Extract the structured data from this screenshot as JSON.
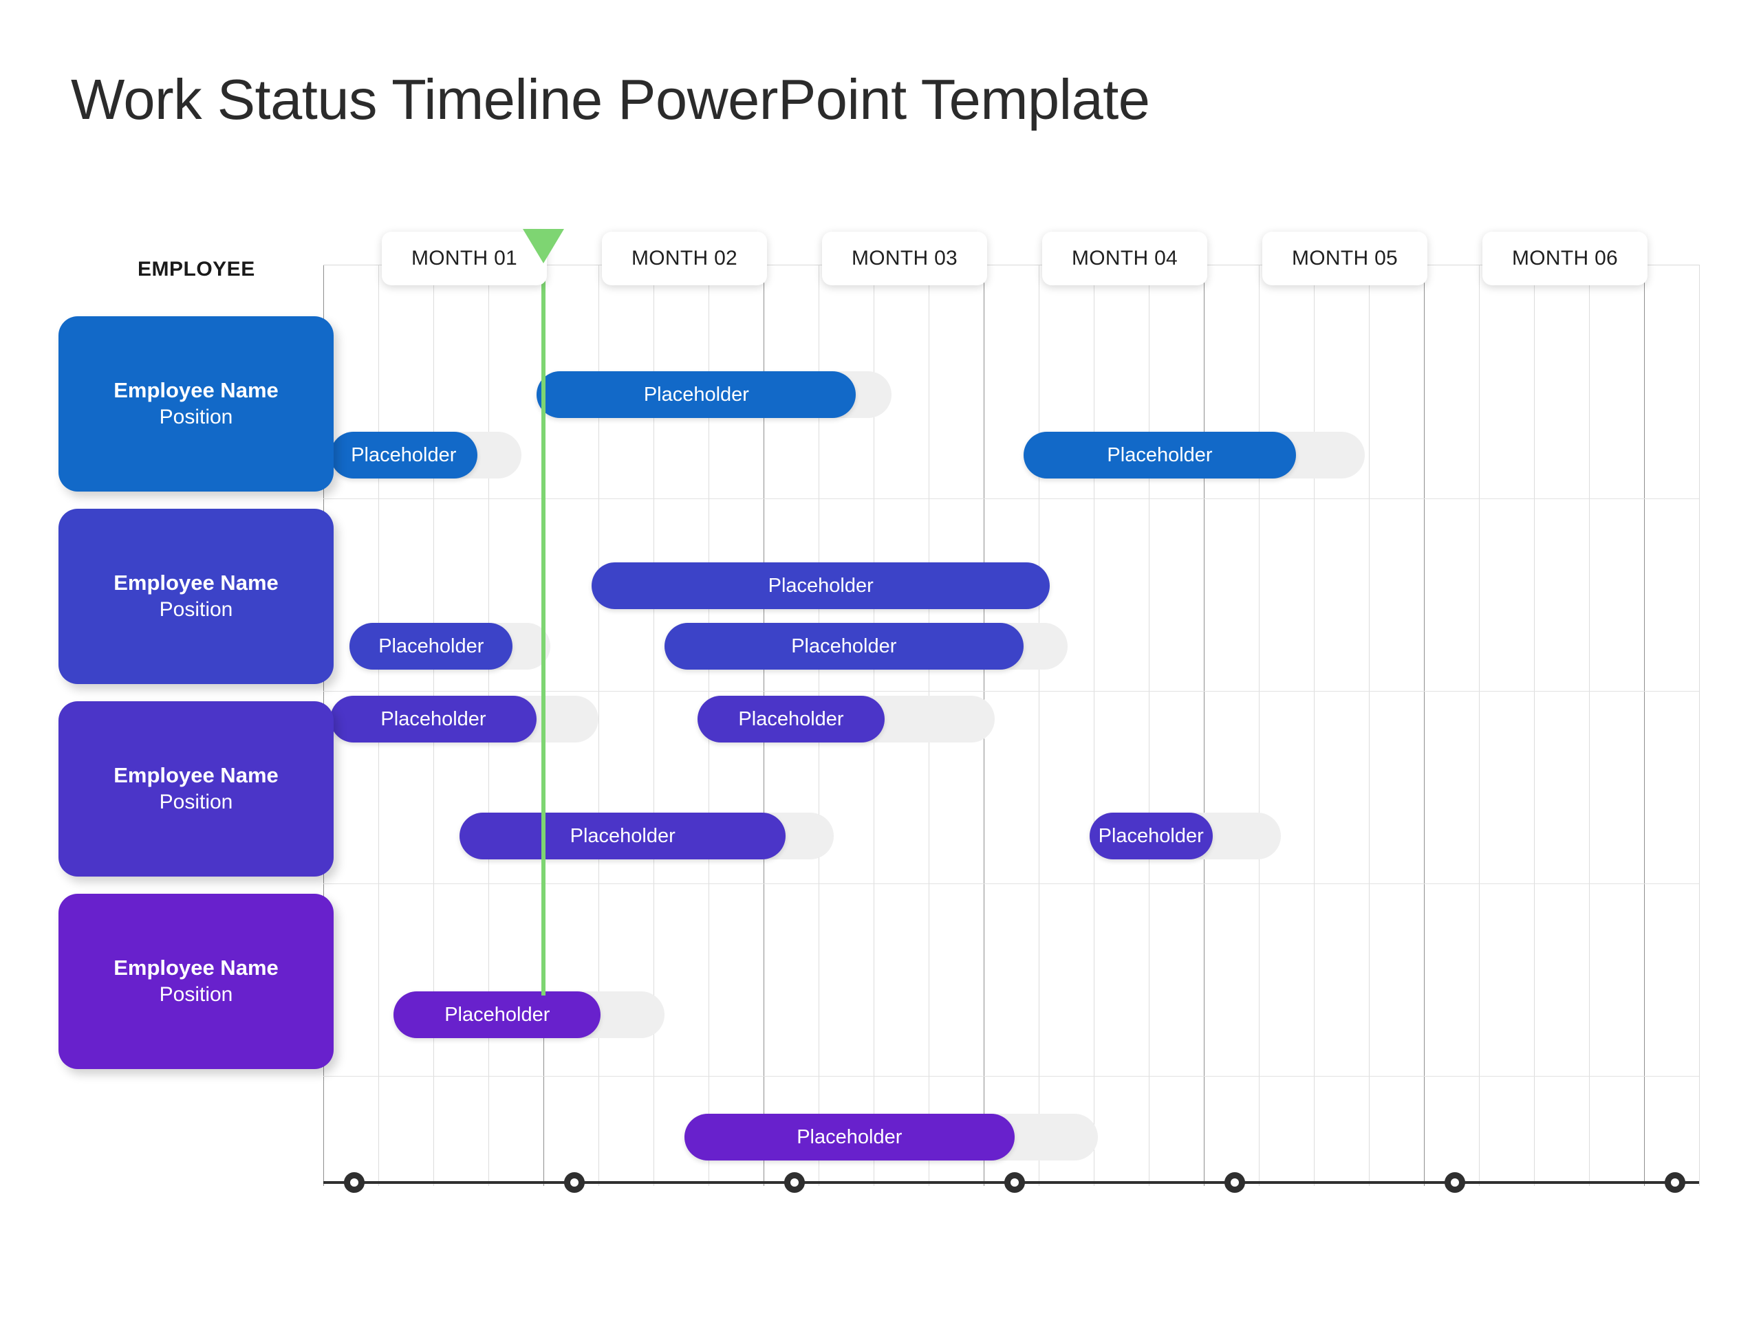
{
  "title": "Work Status Timeline PowerPoint Template",
  "employee_column_header": "EMPLOYEE",
  "colors": {
    "row1": "#1269c8",
    "row2": "#3c43c8",
    "row3": "#4b35c8",
    "row4": "#6821cc",
    "track": "#efefef",
    "today_marker": "#7ed572",
    "axis": "#2f2f2f",
    "gridline_major": "#8e8e8e",
    "gridline_minor": "#dcdcdc",
    "chip_bg": "#ffffff",
    "title_text": "#2b2b2b"
  },
  "months": [
    {
      "label": "MONTH 01"
    },
    {
      "label": "MONTH 02"
    },
    {
      "label": "MONTH 03"
    },
    {
      "label": "MONTH 04"
    },
    {
      "label": "MONTH 05"
    },
    {
      "label": "MONTH 06"
    }
  ],
  "today_marker": {
    "month_index": 1,
    "label": ""
  },
  "employees": [
    {
      "name": "Employee Name",
      "position": "Position",
      "color": "#1269c8",
      "tasks": [
        {
          "label": "Placeholder",
          "lane": 1,
          "start": 0.03,
          "end": 0.7,
          "track_end": 0.9
        },
        {
          "label": "Placeholder",
          "lane": 0,
          "start": 0.97,
          "end": 2.42,
          "track_end": 2.58
        },
        {
          "label": "Placeholder",
          "lane": 1,
          "start": 3.18,
          "end": 4.42,
          "track_end": 4.73
        }
      ]
    },
    {
      "name": "Employee Name",
      "position": "Position",
      "color": "#3c43c8",
      "tasks": [
        {
          "label": "Placeholder",
          "lane": 1,
          "start": 0.12,
          "end": 0.86,
          "track_end": 1.03
        },
        {
          "label": "Placeholder",
          "lane": 0,
          "start": 1.22,
          "end": 3.3,
          "track_end": 3.3
        },
        {
          "label": "Placeholder",
          "lane": 1,
          "start": 1.55,
          "end": 3.18,
          "track_end": 3.38
        }
      ]
    },
    {
      "name": "Employee Name",
      "position": "Position",
      "color": "#4b35c8",
      "tasks": [
        {
          "label": "Placeholder",
          "lane": 0,
          "start": 0.03,
          "end": 0.97,
          "track_end": 1.25
        },
        {
          "label": "Placeholder",
          "lane": 0,
          "start": 1.7,
          "end": 2.55,
          "track_end": 3.05
        },
        {
          "label": "Placeholder",
          "lane": 1,
          "start": 0.62,
          "end": 2.1,
          "track_end": 2.32
        },
        {
          "label": "Placeholder",
          "lane": 1,
          "start": 3.48,
          "end": 4.04,
          "track_end": 4.35
        }
      ]
    },
    {
      "name": "Employee Name",
      "position": "Position",
      "color": "#6821cc",
      "tasks": [
        {
          "label": "Placeholder",
          "lane": 0,
          "start": 0.32,
          "end": 1.26,
          "track_end": 1.55
        },
        {
          "label": "Placeholder",
          "lane": 1,
          "start": 1.64,
          "end": 3.14,
          "track_end": 3.52
        }
      ]
    }
  ],
  "axis": {
    "tick_count": 7,
    "minor_divisions_per_month": 4
  }
}
